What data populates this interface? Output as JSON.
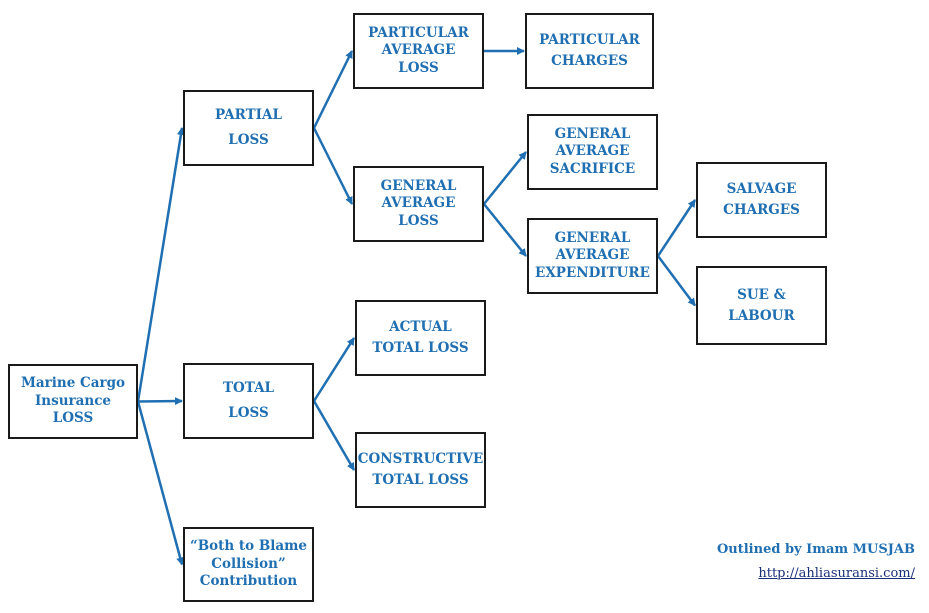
{
  "nodes": {
    "root": [
      "Marine Cargo",
      "Insurance",
      "LOSS"
    ],
    "partial_loss": [
      "PARTIAL",
      "LOSS"
    ],
    "total_loss": [
      "TOTAL",
      "LOSS"
    ],
    "both_to_blame": [
      "“Both to Blame",
      "Collision”",
      "Contribution"
    ],
    "particular_average_loss": [
      "PARTICULAR",
      "AVERAGE",
      "LOSS"
    ],
    "general_average_loss": [
      "GENERAL",
      "AVERAGE",
      "LOSS"
    ],
    "particular_charges": [
      "PARTICULAR",
      "CHARGES"
    ],
    "general_average_sacrifice": [
      "GENERAL",
      "AVERAGE",
      "SACRIFICE"
    ],
    "general_average_expenditure": [
      "GENERAL",
      "AVERAGE",
      "EXPENDITURE"
    ],
    "salvage_charges": [
      "SALVAGE",
      "CHARGES"
    ],
    "sue_labour": [
      "SUE &",
      "LABOUR"
    ],
    "actual_total_loss": [
      "ACTUAL",
      "TOTAL LOSS"
    ],
    "constructive_total_loss": [
      "CONSTRUCTIVE",
      "TOTAL LOSS"
    ]
  },
  "edges": [
    {
      "from": "root",
      "to": "partial_loss"
    },
    {
      "from": "root",
      "to": "total_loss"
    },
    {
      "from": "root",
      "to": "both_to_blame"
    },
    {
      "from": "partial_loss",
      "to": "particular_average_loss"
    },
    {
      "from": "partial_loss",
      "to": "general_average_loss"
    },
    {
      "from": "particular_average_loss",
      "to": "particular_charges"
    },
    {
      "from": "general_average_loss",
      "to": "general_average_sacrifice"
    },
    {
      "from": "general_average_loss",
      "to": "general_average_expenditure"
    },
    {
      "from": "general_average_expenditure",
      "to": "salvage_charges"
    },
    {
      "from": "general_average_expenditure",
      "to": "sue_labour"
    },
    {
      "from": "total_loss",
      "to": "actual_total_loss"
    },
    {
      "from": "total_loss",
      "to": "constructive_total_loss"
    }
  ],
  "credit": {
    "author": "Outlined by Imam MUSJAB",
    "link": "http://ahliasuransi.com/"
  },
  "colors": {
    "text": "#1f6fb2",
    "arrow": "#1f6fb2",
    "border": "#1a1a1a"
  }
}
